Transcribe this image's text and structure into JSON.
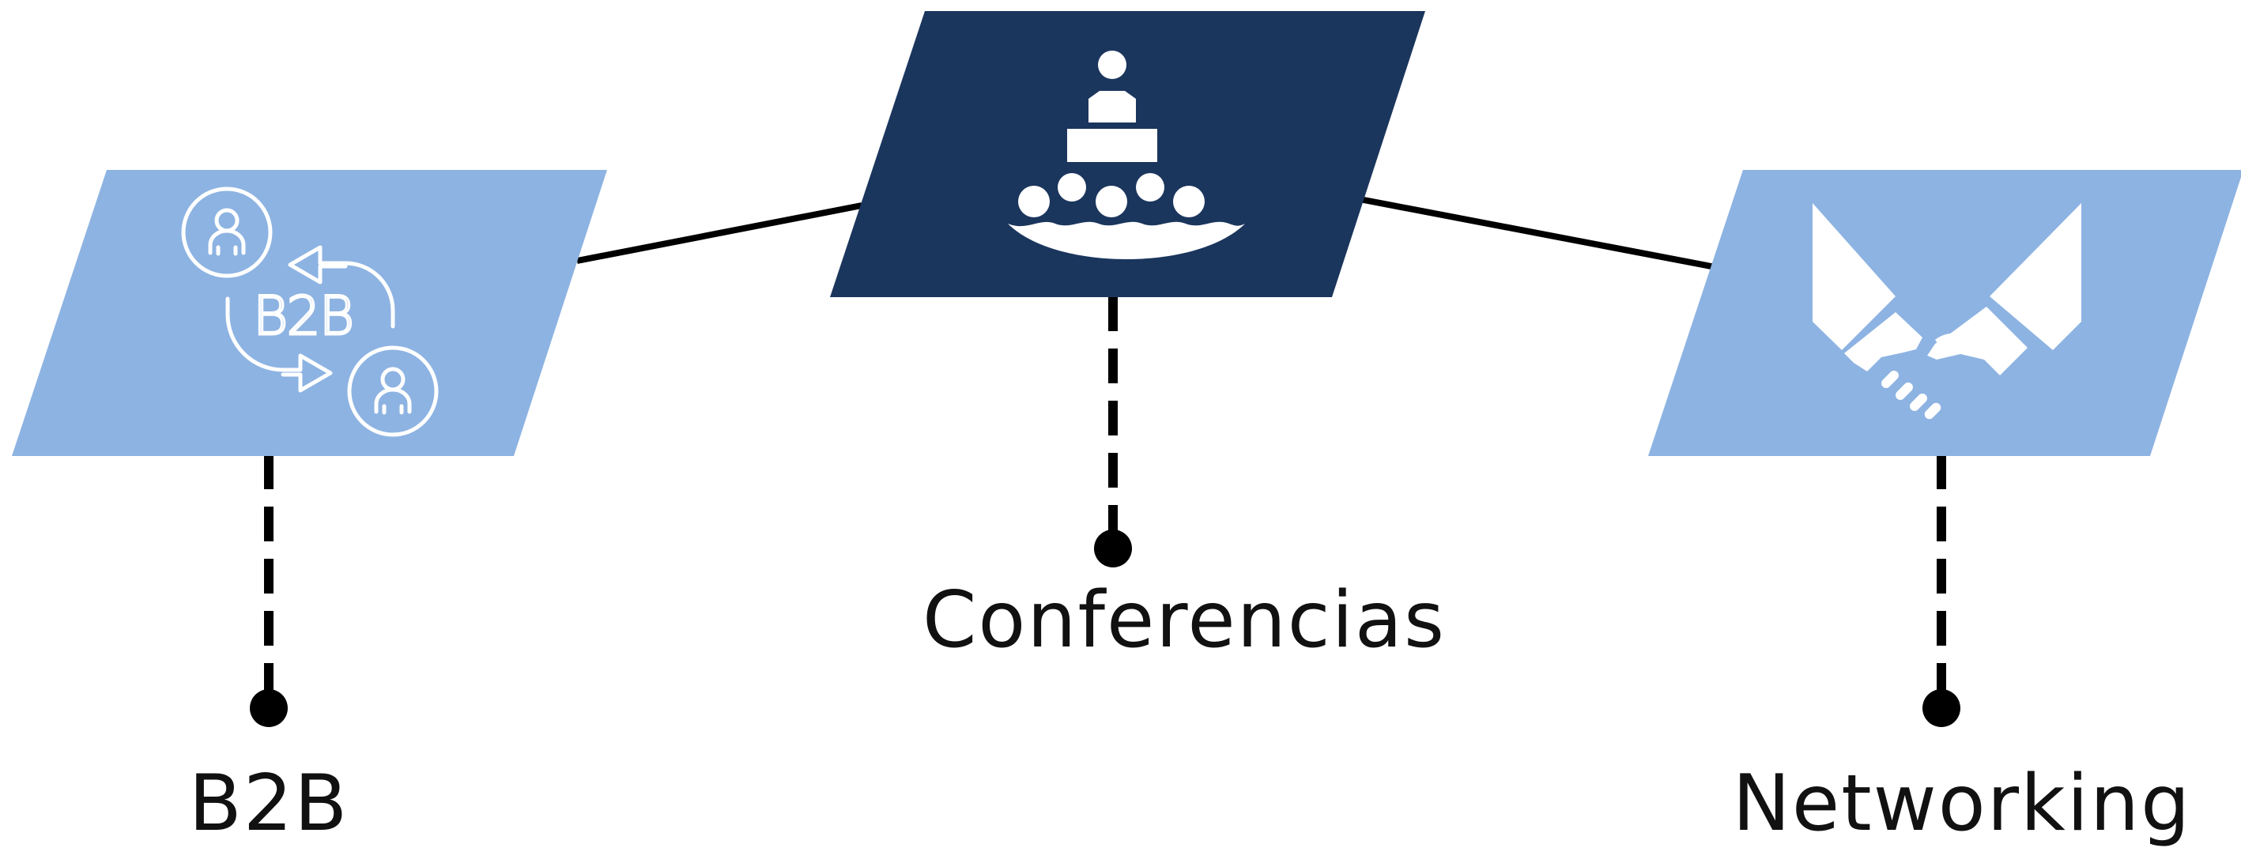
{
  "nodes": {
    "b2b": {
      "label": "B2B",
      "icon_text": "B2B",
      "icon": "b2b-exchange-icon",
      "fill": "#8db3e2"
    },
    "conferencias": {
      "label": "Conferencias",
      "icon": "conference-audience-icon",
      "fill": "#1b365d"
    },
    "networking": {
      "label": "Networking",
      "icon": "handshake-icon",
      "fill": "#8db3e2"
    }
  },
  "colors": {
    "connector": "#000000",
    "icon": "#ffffff",
    "text": "#111111"
  }
}
